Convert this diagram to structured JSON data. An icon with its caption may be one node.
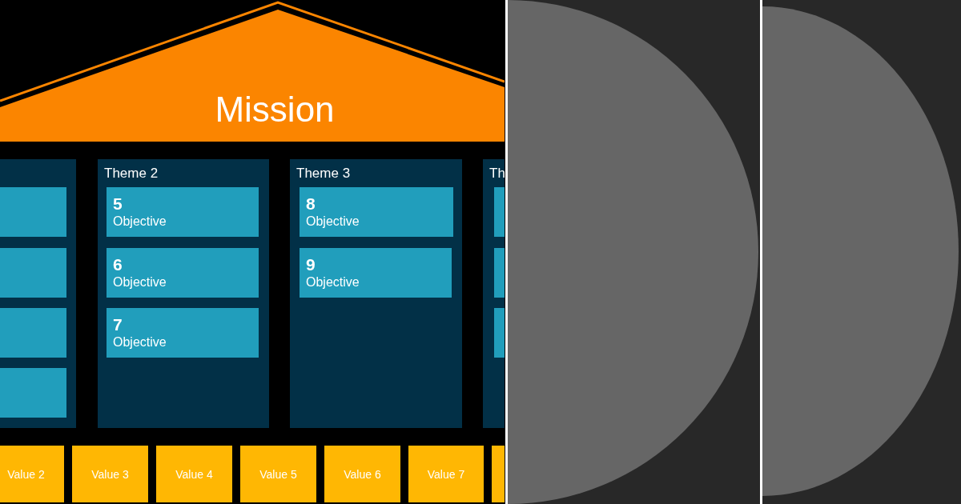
{
  "diagram": {
    "nodes": [
      {
        "text": [
          "Mission"
        ]
      },
      {
        "text": [],
        "shape": "box"
      },
      {
        "text": [],
        "shape": "box",
        "in": 1
      },
      {
        "text": [],
        "shape": "box",
        "in": 1
      },
      {
        "text": [],
        "shape": "box",
        "in": 1
      },
      {
        "text": [],
        "shape": "box",
        "in": 1
      },
      {
        "text": [
          "Theme 2"
        ]
      },
      {
        "text": [
          "5",
          "Objective"
        ],
        "in": 6
      },
      {
        "text": [
          "6",
          "Objective"
        ],
        "in": 6
      },
      {
        "text": [
          "7",
          "Objective"
        ],
        "in": 6
      },
      {
        "text": [
          "Theme 3"
        ]
      },
      {
        "text": [
          "8",
          "Objective"
        ],
        "in": 10
      },
      {
        "text": [
          "9",
          "Objective"
        ],
        "in": 10
      },
      {
        "text": [
          "Th"
        ]
      },
      {
        "text": [],
        "shape": "box",
        "in": 13
      },
      {
        "text": [],
        "shape": "box",
        "in": 13
      },
      {
        "text": [],
        "shape": "box",
        "in": 13
      },
      {
        "text": [
          "Value 2"
        ]
      },
      {
        "text": [
          "Value 3"
        ]
      },
      {
        "text": [
          "Value 4"
        ]
      },
      {
        "text": [
          "Value 5"
        ]
      },
      {
        "text": [
          "Value 6"
        ]
      },
      {
        "text": [
          "Value 7"
        ]
      },
      {
        "text": [],
        "shape": "box"
      }
    ]
  }
}
